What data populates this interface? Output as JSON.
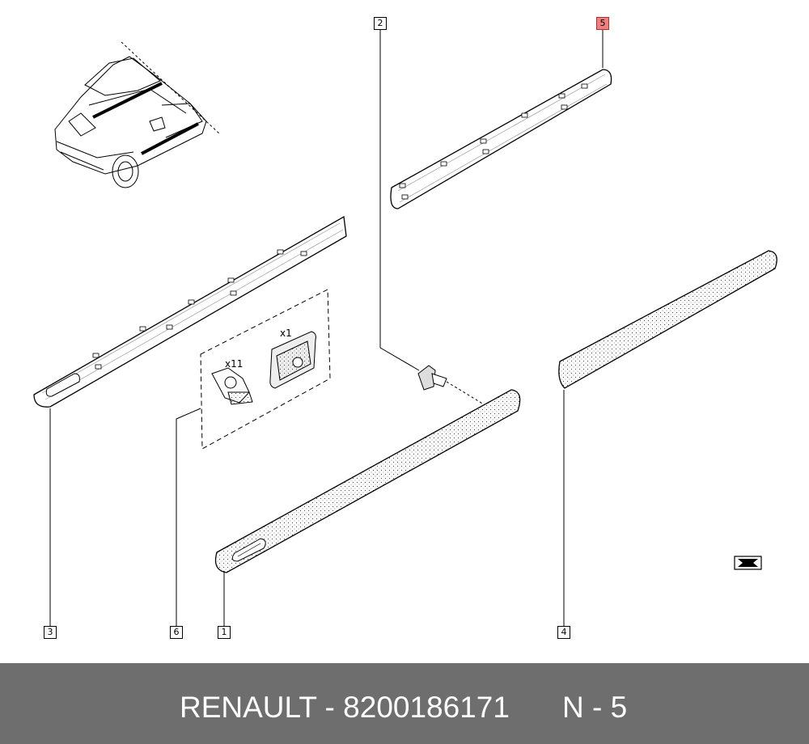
{
  "callouts": [
    {
      "id": "1",
      "label": "1"
    },
    {
      "id": "2",
      "label": "2"
    },
    {
      "id": "3",
      "label": "3"
    },
    {
      "id": "4",
      "label": "4"
    },
    {
      "id": "5",
      "label": "5",
      "highlighted": true
    },
    {
      "id": "6",
      "label": "6"
    }
  ],
  "kit": {
    "clip_qty": "x11",
    "plate_qty": "x1"
  },
  "footer": {
    "brand_part": "RENAULT - 8200186171",
    "ref": "N - 5",
    "background": "#6e6e6e"
  },
  "highlight_color": "#f08080",
  "icons": [
    "car-illustration",
    "label-symbol-icon"
  ]
}
